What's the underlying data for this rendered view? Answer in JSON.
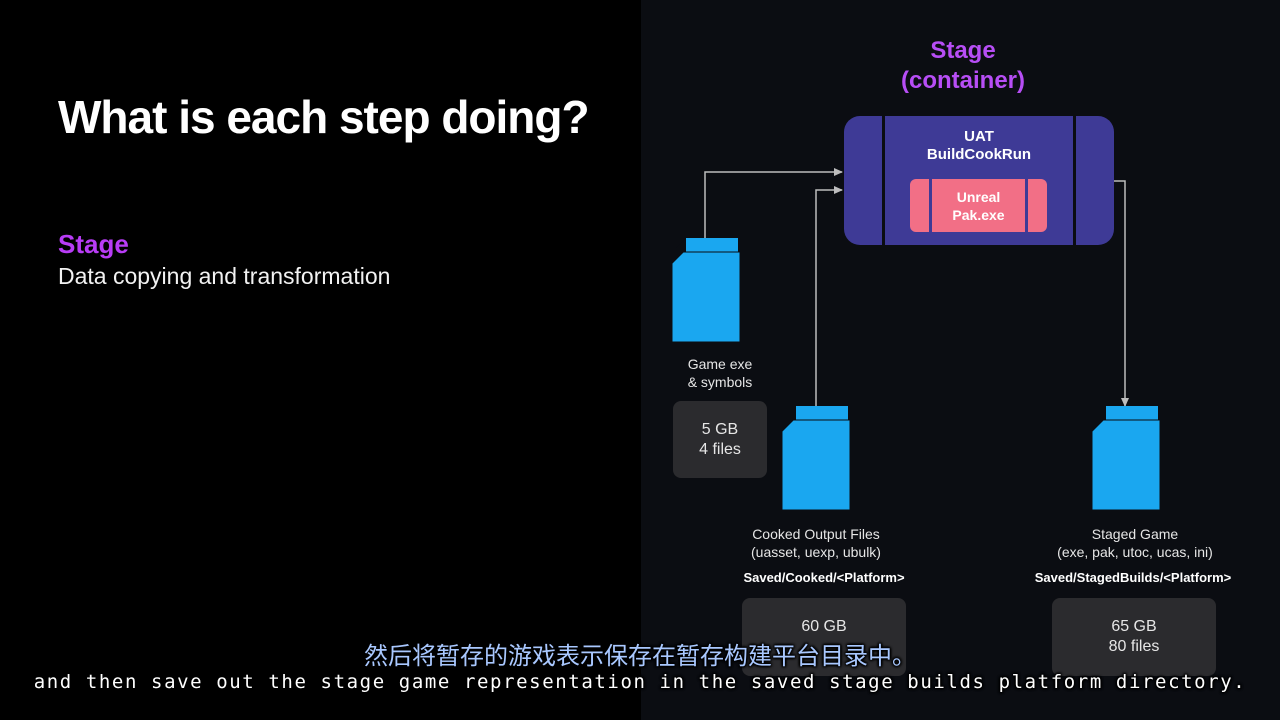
{
  "slide": {
    "title": "What is each step doing?",
    "section_label": "Stage",
    "section_desc": "Data copying and transformation"
  },
  "diagram": {
    "heading_line1": "Stage",
    "heading_line2": "(container)",
    "container": {
      "line1": "UAT",
      "line2": "BuildCookRun"
    },
    "inner_tool": {
      "line1": "Unreal",
      "line2": "Pak.exe"
    },
    "game_exe": {
      "caption_line1": "Game exe",
      "caption_line2": "& symbols",
      "size": "5 GB",
      "files": "4 files"
    },
    "cooked": {
      "caption_line1": "Cooked Output Files",
      "caption_line2": "(uasset, uexp, ubulk)",
      "path": "Saved/Cooked/<Platform>",
      "size": "60 GB"
    },
    "staged": {
      "caption_line1": "Staged Game",
      "caption_line2": "(exe, pak, utoc, ucas, ini)",
      "path": "Saved/StagedBuilds/<Platform>",
      "size": "65 GB",
      "files": "80 files"
    },
    "colors": {
      "container": "#3e3a96",
      "inner_tool": "#f26f86",
      "file_icon": "#1aa7f0",
      "accent": "#b74ef5",
      "arrow": "#bdbdbd"
    }
  },
  "subtitles": {
    "chinese": "然后将暂存的游戏表示保存在暂存构建平台目录中。",
    "english": "and then save out the stage game representation in the saved stage builds platform directory."
  }
}
